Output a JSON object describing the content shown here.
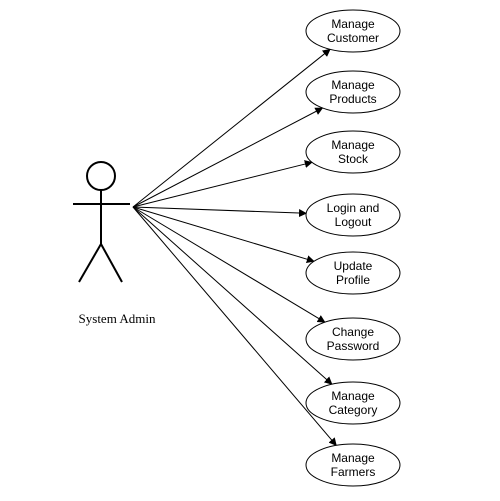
{
  "actor": {
    "name": "System Admin"
  },
  "use_cases": [
    {
      "lines": [
        "Manage",
        "Customer"
      ]
    },
    {
      "lines": [
        "Manage",
        "Products"
      ]
    },
    {
      "lines": [
        "Manage",
        "Stock"
      ]
    },
    {
      "lines": [
        "Login and",
        "Logout"
      ]
    },
    {
      "lines": [
        "Update",
        "Profile"
      ]
    },
    {
      "lines": [
        "Change",
        "Password"
      ]
    },
    {
      "lines": [
        "Manage",
        "Category"
      ]
    },
    {
      "lines": [
        "Manage",
        "Farmers"
      ]
    }
  ],
  "colors": {
    "stroke": "#000000",
    "fill": "#ffffff"
  }
}
